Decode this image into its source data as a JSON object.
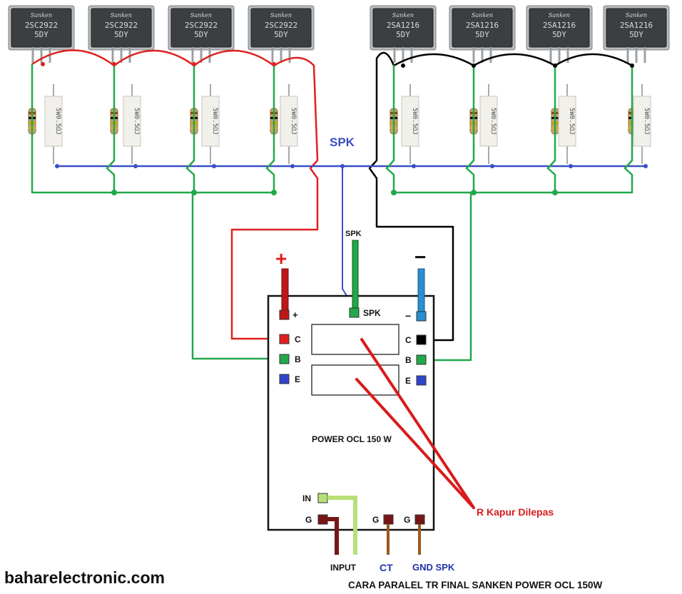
{
  "transistors_left": [
    {
      "brand": "Sanken",
      "part": "2SC2922",
      "code": "5DY"
    },
    {
      "brand": "Sanken",
      "part": "2SC2922",
      "code": "5DY"
    },
    {
      "brand": "Sanken",
      "part": "2SC2922",
      "code": "5DY"
    },
    {
      "brand": "Sanken",
      "part": "2SC2922",
      "code": "5DY"
    }
  ],
  "transistors_right": [
    {
      "brand": "Sanken",
      "part": "2SA1216",
      "code": "5DY"
    },
    {
      "brand": "Sanken",
      "part": "2SA1216",
      "code": "5DY"
    },
    {
      "brand": "Sanken",
      "part": "2SA1216",
      "code": "5DY"
    },
    {
      "brand": "Sanken",
      "part": "2SA1216",
      "code": "5DY"
    }
  ],
  "resistor_marking": "5W0.5ΩJ",
  "labels": {
    "spk_top": "SPK",
    "spk_wire": "SPK",
    "plus_symbol": "+",
    "minus_symbol": "−",
    "pin_plus": "+",
    "pin_spk": "SPK",
    "pin_minus": "−",
    "pin_c_left": "C",
    "pin_b_left": "B",
    "pin_e_left": "E",
    "pin_c_right": "C",
    "pin_b_right": "B",
    "pin_e_right": "E",
    "board_title": "POWER OCL 150 W",
    "pin_in": "IN",
    "pin_g_input": "G",
    "pin_g_ct": "G",
    "pin_g_spk": "G",
    "wire_input": "INPUT",
    "wire_ct": "CT",
    "wire_gnd_spk": "GND SPK",
    "annotation": "R Kapur Dilepas",
    "website": "baharelectronic.com",
    "footer_title": "CARA PARALEL TR FINAL SANKEN POWER OCL 150W"
  },
  "colors": {
    "collector_positive": "#e02020",
    "collector_negative": "#000000",
    "base": "#22a84a",
    "emitter_speaker": "#3a4fc4",
    "spk_label": "#3a4fc4",
    "annotation": "#d81b1b",
    "pad_plus": "#c01818",
    "pad_minus": "#2a8fd0",
    "pad_emitter": "#3344cc",
    "pad_input": "#b8e07a",
    "pad_ground": "#7a1515",
    "ct_wire": "#9a5a1a",
    "footer_wire_labels": "#2233aa"
  },
  "icons": {
    "transistor": "to3p-transistor-icon",
    "ceramic_resistor": "ceramic-resistor-icon",
    "small_resistor": "axial-resistor-icon"
  }
}
